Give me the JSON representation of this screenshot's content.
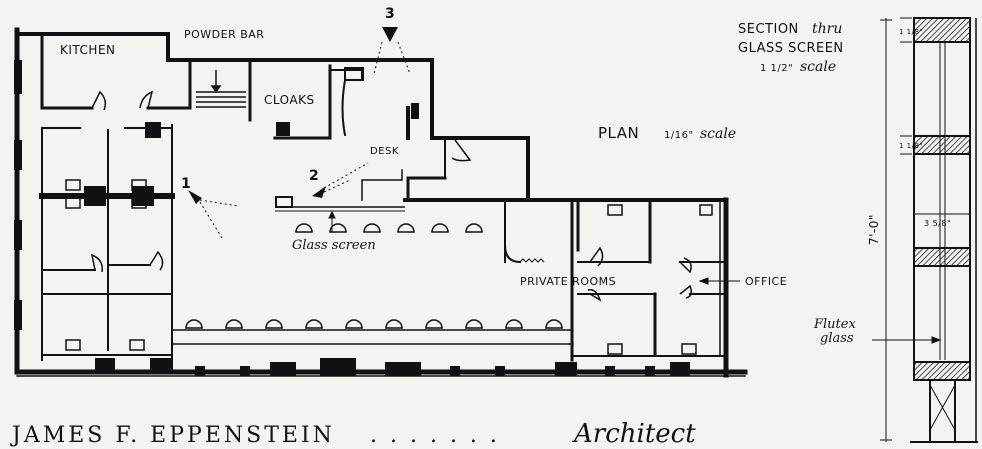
{
  "plan": {
    "rooms": {
      "kitchen": "KITCHEN",
      "powder_bar": "POWDER BAR",
      "cloaks": "CLOAKS",
      "desk": "DESK",
      "private_rooms": "PRIVATE ROOMS",
      "office": "OFFICE"
    },
    "views": {
      "v1": "1",
      "v2": "2",
      "v3": "3"
    },
    "glass_screen": "Glass screen",
    "plan_title": "PLAN",
    "plan_scale_num": "1/16\"",
    "plan_scale_word": "scale"
  },
  "section": {
    "line1_a": "SECTION",
    "line1_b": "thru",
    "line2": "GLASS SCREEN",
    "scale_num": "1 1/2\"",
    "scale_word": "scale",
    "height_dim": "7'-0\"",
    "dim_top": "1 1/8\"",
    "dim_mid": "1 1/8\"",
    "dim_depth": "3 5/8\"",
    "material_line1": "Flutex",
    "material_line2": "glass"
  },
  "footer": {
    "architect_name": "JAMES F. EPPENSTEIN",
    "dots": ". . . . . . .",
    "architect_title": "Architect"
  }
}
